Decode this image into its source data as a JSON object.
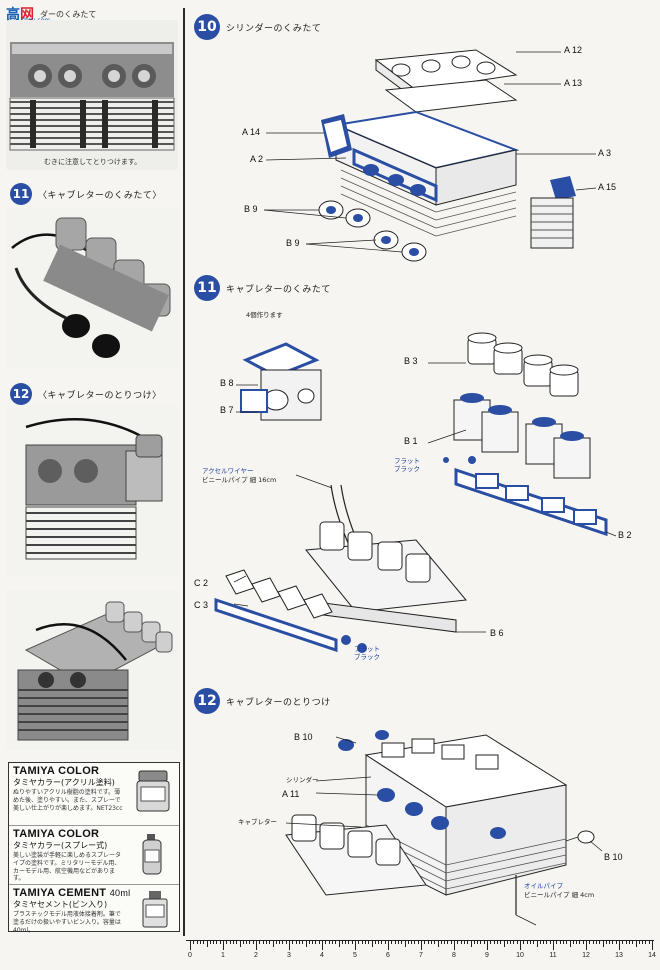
{
  "watermark": {
    "main_left": "高",
    "main_right": "网",
    "sub": "gao.shou.com"
  },
  "left": {
    "top_caption": "ダーのくみたて",
    "top_note": "むきに注意してとりつけます。",
    "step11": {
      "num": "11",
      "title": "〈キャブレターのくみたて〉"
    },
    "step12": {
      "num": "12",
      "title": "〈キャブレターのとりつけ〉"
    }
  },
  "ads": [
    {
      "title": "TAMIYA COLOR",
      "sub": "タミヤカラー(アクリル塗料)",
      "body": "ぬりやすいアクリル樹脂の塗料です。薄めた後、塗りやすい。また、スプレーで美しい仕上がりが楽しめます。NET23cc"
    },
    {
      "title": "TAMIYA COLOR",
      "sub": "タミヤカラー(スプレー式)",
      "body": "美しい塗装が手軽に楽しめるスプレータイプの塗料です。ミリタリーモデル用、カーモデル用、航空機用などがあります。"
    },
    {
      "title": "TAMIYA CEMENT",
      "title_extra": "40ml",
      "sub": "タミヤセメント(ビン入り)",
      "body": "プラスチックモデル用液体接着剤。筆で塗るだけの扱いやすいビン入り。容量は40ml。"
    }
  ],
  "step10": {
    "num": "10",
    "title": "シリンダーのくみたて",
    "labels": {
      "A12": "A 12",
      "A13": "A 13",
      "A14": "A 14",
      "A2": "A 2",
      "A3": "A 3",
      "A15": "A 15",
      "B9a": "B 9",
      "B9b": "B 9"
    }
  },
  "step11": {
    "num": "11",
    "title": "キャブレターのくみたて",
    "note_make4": "4個作ります",
    "labels": {
      "B8": "B 8",
      "B7": "B 7",
      "B3": "B 3",
      "B1": "B 1",
      "B2": "B 2",
      "C2": "C 2",
      "C3": "C 3",
      "B6": "B 6"
    },
    "flat_black_1": "フラット\nブラック",
    "flat_black_2": "フラット\nブラック",
    "accel_wire": "アクセルワイヤー",
    "vinyl_pipe": "ビニールパイプ 細 16cm"
  },
  "step12": {
    "num": "12",
    "title": "キャブレターのとりつけ",
    "labels": {
      "B10a": "B 10",
      "B10b": "B 10",
      "A11": "A 11"
    },
    "cylinder": "シリンダー",
    "carburetor": "キャブレター",
    "oil_pipe": "オイルパイプ",
    "oil_vinyl": "ビニールパイプ 細 4cm"
  },
  "ruler": {
    "numbers": [
      "0",
      "1",
      "2",
      "3",
      "4",
      "5",
      "6",
      "7",
      "8",
      "9",
      "10",
      "11",
      "12",
      "13",
      "14"
    ]
  }
}
